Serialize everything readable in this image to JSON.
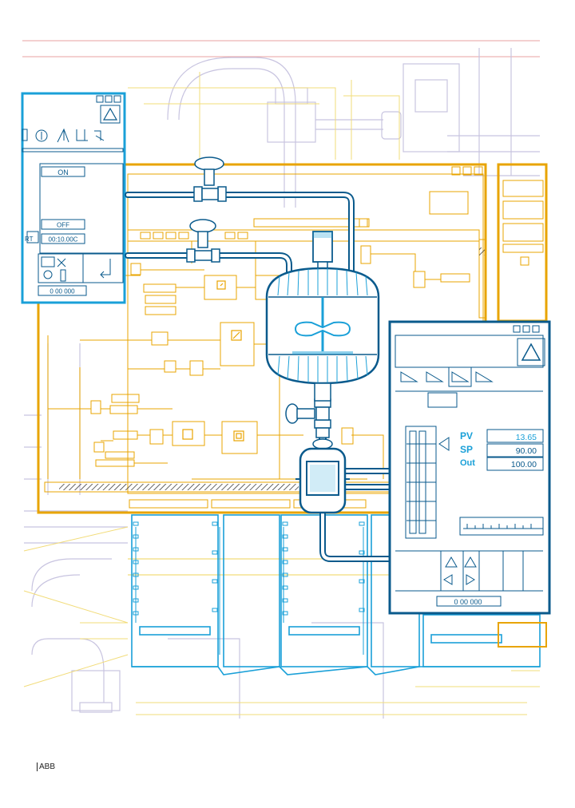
{
  "colors": {
    "accent_blue": "#1aa0d8",
    "dark_blue": "#0a5a8c",
    "accent_yellow": "#e8a400",
    "faint_lavender": "#c8c4e0",
    "faint_yellow": "#f2dc7a",
    "rule_red": "#e8a0a0"
  },
  "left_panel": {
    "status_on": "ON",
    "status_off": "OFF",
    "timer_value": "00:10.00C",
    "timer_label": "RT",
    "footer_display": "0  00  000"
  },
  "faceplate": {
    "pv_label": "PV",
    "pv_value": "13.65",
    "sp_label": "SP",
    "sp_value": "90.00",
    "out_label": "Out",
    "out_value": "100.00",
    "footer_display": "0  00  000"
  },
  "footer": {
    "brand": "ABB"
  }
}
